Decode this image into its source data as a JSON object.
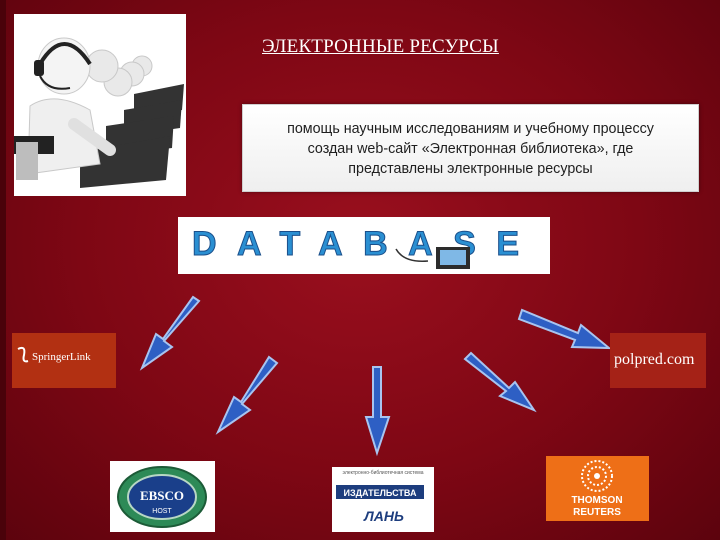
{
  "title": "ЭЛЕКТРОННЫЕ РЕСУРСЫ",
  "description": {
    "line1": "помощь научным исследованиям и учебному процессу",
    "line2": "создан web-сайт «Электронная библиотека», где",
    "line3": "представлены электронные ресурсы"
  },
  "banner": {
    "text": "DATABASE"
  },
  "logos": {
    "springer": "SpringerLink",
    "polpred": "polpred.com",
    "ebsco": "EBSCO",
    "ebsco_sub": "HOST",
    "lan_top": "электронно-библиотечная система",
    "lan_mid": "ИЗДАТЕЛЬСТВА",
    "lan_bottom": "ЛАНЬ",
    "thomson1": "THOMSON",
    "thomson2": "REUTERS"
  },
  "colors": {
    "background": "#7e0714",
    "arrow": "#2e5fc4",
    "banner_text": "#2a8fd2",
    "thomson": "#ee6f17"
  }
}
